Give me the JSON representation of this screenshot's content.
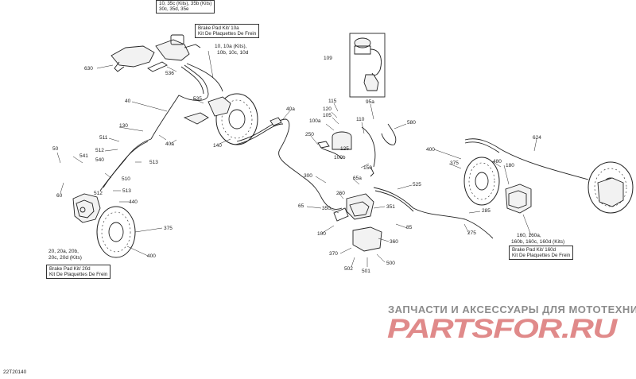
{
  "diagram": {
    "figure_id": "22T20140",
    "boxes": {
      "top_kits": "10, 35c (Kits), 35b (Kits)",
      "top_kits2": "30c, 35d, 35e",
      "pad_kit_10a_1": "Brake Pad Kit/ 10a",
      "pad_kit_10a_2": "Kit De Plaquettes De Frein",
      "pad_kit_20d_1": "Brake Pad Kit/ 20d",
      "pad_kit_20d_2": "Kit De Plaquettes De Frein",
      "pad_kit_160d_1": "Brake Pad Kit/ 160d",
      "pad_kit_160d_2": "Kit De Plaquettes De Frein"
    },
    "callouts": {
      "c630": "630",
      "c536": "536",
      "c535": "535",
      "c10kits_1": "10, 10a (Kits),",
      "c10kits_2": "10b, 10c, 10d",
      "c40": "40",
      "c40a_1": "40a",
      "c40a_2": "40a",
      "c130": "130",
      "c140": "140",
      "c511": "511",
      "c512": "512",
      "c541": "541",
      "c540": "540",
      "c50": "50",
      "c60": "60",
      "c513_1": "513",
      "c513_2": "513",
      "c510": "510",
      "c512b": "512",
      "c440": "440",
      "c375": "375",
      "c400": "400",
      "c20kits_1": "20, 20a, 20b,",
      "c20kits_2": "20c, 20d (Kits)",
      "c109": "109",
      "c115": "115",
      "c120": "120",
      "c105": "105",
      "c100a": "100a",
      "c110": "110",
      "c95a": "95a",
      "c580": "580",
      "c250": "250",
      "c125": "125",
      "c100b": "100b",
      "c150": "150",
      "c300": "300",
      "c65a": "65a",
      "c525": "525",
      "c260": "260",
      "c65": "65",
      "c350": "350",
      "c351": "351",
      "c100": "100",
      "c85": "85",
      "c360": "360",
      "c370": "370",
      "c502": "502",
      "c501": "501",
      "c500": "500",
      "c400r": "400",
      "c375r": "375",
      "c480": "480",
      "c180": "180",
      "c624": "624",
      "c285": "285",
      "c275": "275",
      "c160kits_1": "160, 160a,",
      "c160kits_2": "160b, 160c, 160d (Kits)"
    },
    "watermark": {
      "tagline": "ЗАПЧАСТИ И АКСЕССУАРЫ ДЛЯ МОТОТЕХНИКИ",
      "logo": "PARTSFOR.RU",
      "logo_color": "#e08a8a"
    }
  }
}
